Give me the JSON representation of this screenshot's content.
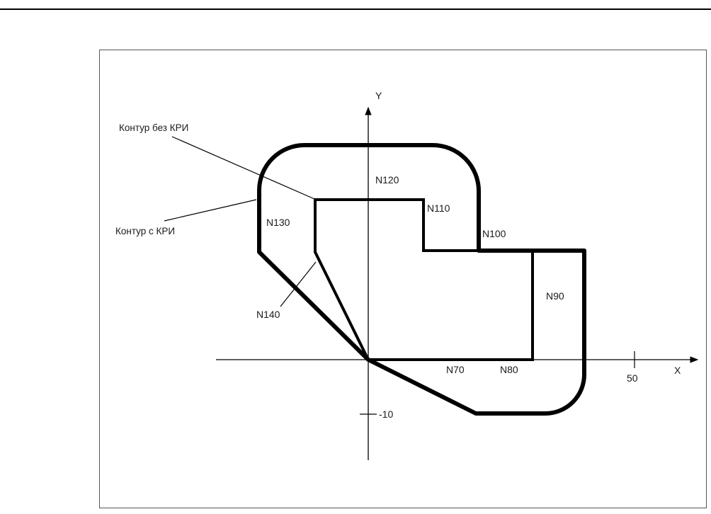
{
  "labels": {
    "contour_without": "Контур без КРИ",
    "contour_with": "Контур с КРИ",
    "axis_x": "X",
    "axis_y": "Y",
    "tick_x": "50",
    "tick_y": "-10",
    "blocks": {
      "n70": "N70",
      "n80": "N80",
      "n90": "N90",
      "n100": "N100",
      "n110": "N110",
      "n120": "N120",
      "n130": "N130",
      "n140": "N140"
    }
  },
  "colors": {
    "line": "#000000",
    "text": "#1a1a1a"
  }
}
